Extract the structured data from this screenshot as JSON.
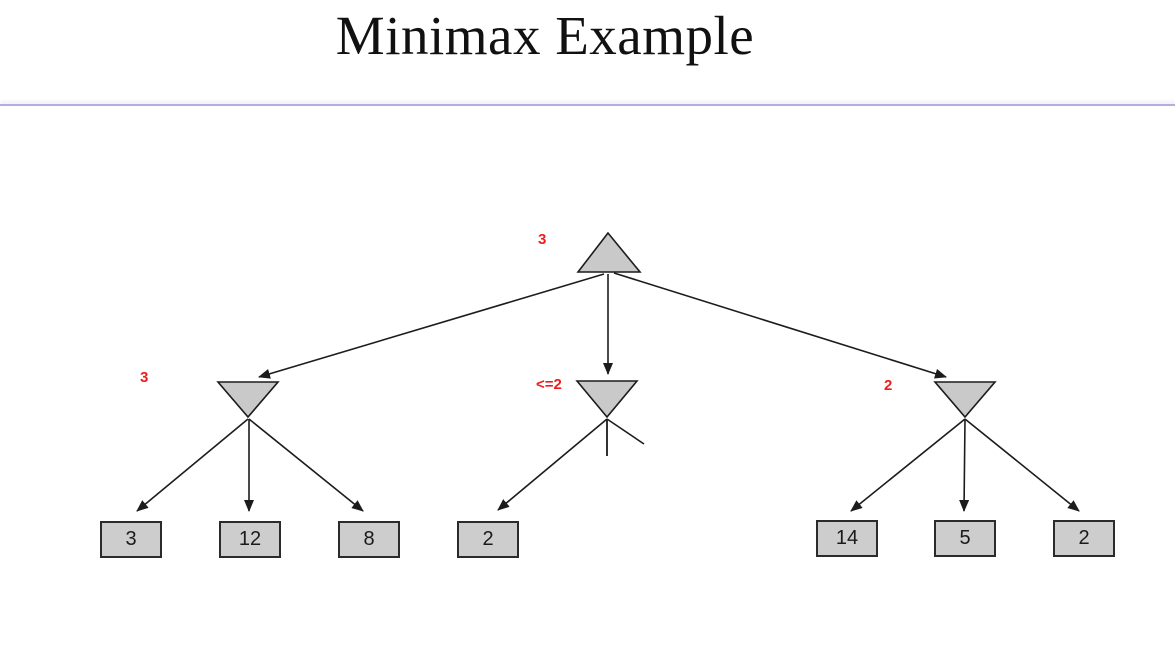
{
  "slide": {
    "title": "Minimax Example"
  },
  "colors": {
    "divider_accent": "#b5acdf",
    "node_fill": "#c9c9c9",
    "node_border": "#1c1c1c",
    "value_label_red": "#ee1c1c",
    "leaf_fill": "#cdcdcd"
  },
  "tree": {
    "root": {
      "type": "max",
      "label": "3"
    },
    "min_nodes": [
      {
        "type": "min",
        "label": "3",
        "pruned": false,
        "leaves": [
          "3",
          "12",
          "8"
        ]
      },
      {
        "type": "min",
        "label": "<=2",
        "pruned": true,
        "leaves": [
          "2"
        ]
      },
      {
        "type": "min",
        "label": "2",
        "pruned": false,
        "leaves": [
          "14",
          "5",
          "2"
        ]
      }
    ]
  }
}
